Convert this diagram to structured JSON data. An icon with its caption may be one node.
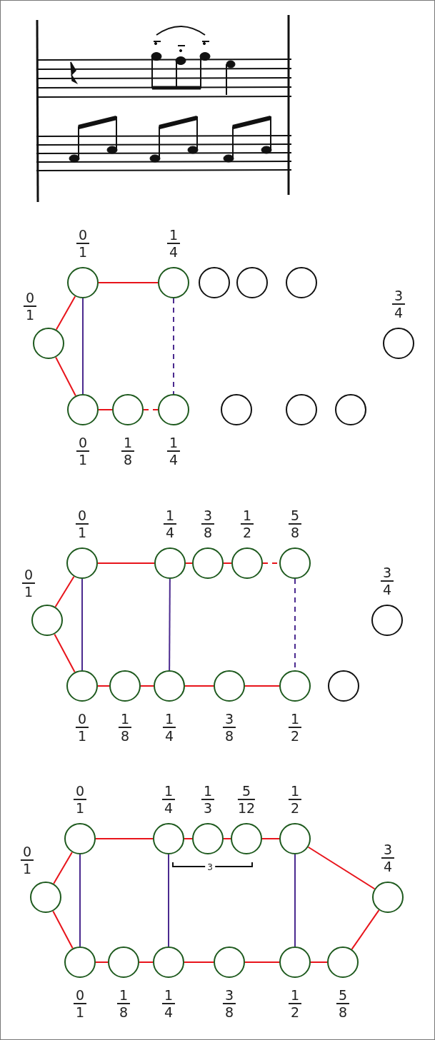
{
  "diagram": {
    "nodes": [
      {
        "text": [],
        "shape": "circle",
        "beside": [
          "0",
          "1"
        ]
      },
      {
        "text": [],
        "shape": "circle",
        "beside": [
          "0",
          "1"
        ]
      },
      {
        "text": [],
        "shape": "circle",
        "beside": [
          "1",
          "4"
        ]
      },
      {
        "text": [],
        "shape": "circle"
      },
      {
        "text": [],
        "shape": "circle"
      },
      {
        "text": [],
        "shape": "circle"
      },
      {
        "text": [],
        "shape": "circle",
        "beside": [
          "3",
          "4"
        ]
      },
      {
        "text": [],
        "shape": "circle",
        "beside": [
          "0",
          "1"
        ]
      },
      {
        "text": [],
        "shape": "circle",
        "beside": [
          "1",
          "8"
        ]
      },
      {
        "text": [],
        "shape": "circle",
        "beside": [
          "1",
          "4"
        ]
      },
      {
        "text": [],
        "shape": "circle"
      },
      {
        "text": [],
        "shape": "circle"
      },
      {
        "text": [],
        "shape": "circle"
      },
      {
        "text": [],
        "shape": "circle",
        "beside": [
          "0",
          "1"
        ]
      },
      {
        "text": [],
        "shape": "circle",
        "beside": [
          "0",
          "1"
        ]
      },
      {
        "text": [],
        "shape": "circle",
        "beside": [
          "1",
          "4"
        ]
      },
      {
        "text": [],
        "shape": "circle",
        "beside": [
          "3",
          "8"
        ]
      },
      {
        "text": [],
        "shape": "circle",
        "beside": [
          "1",
          "2"
        ]
      },
      {
        "text": [],
        "shape": "circle",
        "beside": [
          "5",
          "8"
        ]
      },
      {
        "text": [],
        "shape": "circle",
        "beside": [
          "3",
          "4"
        ]
      },
      {
        "text": [],
        "shape": "circle",
        "beside": [
          "0",
          "1"
        ]
      },
      {
        "text": [],
        "shape": "circle",
        "beside": [
          "1",
          "8"
        ]
      },
      {
        "text": [],
        "shape": "circle",
        "beside": [
          "1",
          "4"
        ]
      },
      {
        "text": [],
        "shape": "circle",
        "beside": [
          "3",
          "8"
        ]
      },
      {
        "text": [],
        "shape": "circle",
        "beside": [
          "1",
          "2"
        ]
      },
      {
        "text": [],
        "shape": "circle"
      },
      {
        "text": [],
        "shape": "circle",
        "beside": [
          "0",
          "1"
        ]
      },
      {
        "text": [],
        "shape": "circle",
        "beside": [
          "0",
          "1"
        ]
      },
      {
        "text": [],
        "shape": "circle",
        "beside": [
          "1",
          "4"
        ]
      },
      {
        "text": [],
        "shape": "circle",
        "beside": [
          "1",
          "3"
        ]
      },
      {
        "text": [],
        "shape": "circle",
        "beside": [
          "5",
          "12"
        ]
      },
      {
        "text": [],
        "shape": "circle",
        "beside": [
          "1",
          "2"
        ]
      },
      {
        "text": [],
        "shape": "circle",
        "beside": [
          "3",
          "4"
        ]
      },
      {
        "text": [],
        "shape": "circle",
        "beside": [
          "0",
          "1"
        ]
      },
      {
        "text": [],
        "shape": "circle",
        "beside": [
          "1",
          "8"
        ]
      },
      {
        "text": [],
        "shape": "circle",
        "beside": [
          "1",
          "4"
        ]
      },
      {
        "text": [],
        "shape": "circle",
        "beside": [
          "3",
          "8"
        ]
      },
      {
        "text": [],
        "shape": "circle",
        "beside": [
          "1",
          "2"
        ]
      },
      {
        "text": [],
        "shape": "circle",
        "beside": [
          "5",
          "8"
        ]
      }
    ],
    "edges": [
      {
        "from": 0,
        "to": 1,
        "arrow": "none"
      },
      {
        "from": 0,
        "to": 7,
        "arrow": "none"
      },
      {
        "from": 1,
        "to": 2,
        "arrow": "none"
      },
      {
        "from": 1,
        "to": 7,
        "arrow": "none",
        "color": "#4b2a8f"
      },
      {
        "from": 7,
        "to": 8,
        "arrow": "none"
      },
      {
        "from": 8,
        "to": 9,
        "arrow": "none",
        "style": "dashed"
      },
      {
        "from": 2,
        "to": 9,
        "arrow": "none",
        "style": "dashed",
        "color": "#4b2a8f"
      },
      {
        "from": 13,
        "to": 14,
        "arrow": "none"
      },
      {
        "from": 13,
        "to": 20,
        "arrow": "none"
      },
      {
        "from": 14,
        "to": 15,
        "arrow": "none"
      },
      {
        "from": 15,
        "to": 16,
        "arrow": "none"
      },
      {
        "from": 16,
        "to": 17,
        "arrow": "none"
      },
      {
        "from": 17,
        "to": 18,
        "arrow": "none",
        "style": "dashed"
      },
      {
        "from": 14,
        "to": 20,
        "arrow": "none",
        "color": "#4b2a8f"
      },
      {
        "from": 15,
        "to": 22,
        "arrow": "none",
        "color": "#4b2a8f"
      },
      {
        "from": 18,
        "to": 24,
        "arrow": "none",
        "style": "dashed",
        "color": "#4b2a8f"
      },
      {
        "from": 20,
        "to": 21,
        "arrow": "none"
      },
      {
        "from": 21,
        "to": 22,
        "arrow": "none"
      },
      {
        "from": 22,
        "to": 23,
        "arrow": "none"
      },
      {
        "from": 23,
        "to": 24,
        "arrow": "none"
      },
      {
        "from": 26,
        "to": 27,
        "arrow": "none"
      },
      {
        "from": 26,
        "to": 33,
        "arrow": "none"
      },
      {
        "from": 27,
        "to": 28,
        "arrow": "none"
      },
      {
        "from": 28,
        "to": 29,
        "arrow": "none"
      },
      {
        "from": 29,
        "to": 30,
        "arrow": "none"
      },
      {
        "from": 30,
        "to": 31,
        "arrow": "none"
      },
      {
        "from": 31,
        "to": 32,
        "arrow": "none"
      },
      {
        "from": 27,
        "to": 33,
        "arrow": "none",
        "color": "#4b2a8f"
      },
      {
        "from": 28,
        "to": 35,
        "arrow": "none",
        "color": "#4b2a8f"
      },
      {
        "from": 31,
        "to": 37,
        "arrow": "none",
        "color": "#4b2a8f"
      },
      {
        "from": 33,
        "to": 34,
        "arrow": "none"
      },
      {
        "from": 34,
        "to": 35,
        "arrow": "none"
      },
      {
        "from": 35,
        "to": 36,
        "arrow": "none"
      },
      {
        "from": 36,
        "to": 37,
        "arrow": "none"
      },
      {
        "from": 37,
        "to": 38,
        "arrow": "none"
      },
      {
        "from": 38,
        "to": 32,
        "arrow": "none"
      }
    ],
    "labels": [
      "3"
    ]
  }
}
